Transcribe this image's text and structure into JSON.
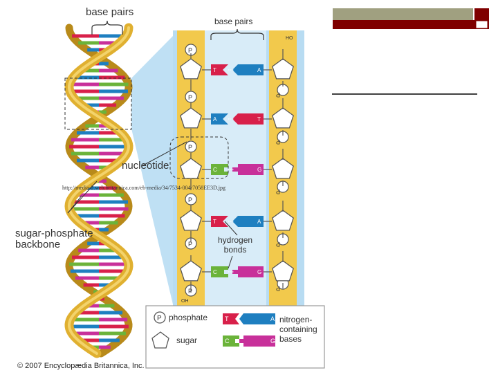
{
  "slide": {
    "accent_bar_color": "#7f0000",
    "accent_box_color": "#a0a080",
    "rule_color": "#000000"
  },
  "helix": {
    "label_base_pairs": "base pairs",
    "label_nucleotide": "nucleotide",
    "label_backbone": "sugar-phosphate\nbackbone"
  },
  "ladder": {
    "label_base_pairs": "base pairs",
    "label_hydrogen_bonds": "hydrogen\nbonds",
    "top_terminus": "HO",
    "bottom_terminus": "OH",
    "phosphate_letter": "P",
    "rows": [
      {
        "left": "T",
        "right": "A"
      },
      {
        "left": "A",
        "right": "T"
      },
      {
        "left": "C",
        "right": "G"
      },
      {
        "left": "T",
        "right": "A"
      },
      {
        "left": "C",
        "right": "G"
      }
    ]
  },
  "legend": {
    "phosphate_symbol": "P",
    "phosphate": "phosphate",
    "sugar": "sugar",
    "pair1_left": "T",
    "pair1_right": "A",
    "pair2_left": "C",
    "pair2_right": "G",
    "bases_label": "nitrogen-\ncontaining\nbases"
  },
  "source_url": "http://media-2.web.britannica.com/eb-media/34/7534-004-7058EE3D.jpg",
  "copyright": "© 2007 Encyclopædia Britannica, Inc.",
  "colors": {
    "T": "#d8204a",
    "A": "#1e7fc0",
    "C": "#6bb33a",
    "G": "#c8309a",
    "backbone": "#f2c94c",
    "helix_gold": "#e0b030",
    "ladder_bg": "#b8dcf2",
    "ladder_inner": "#d8ecf8"
  }
}
